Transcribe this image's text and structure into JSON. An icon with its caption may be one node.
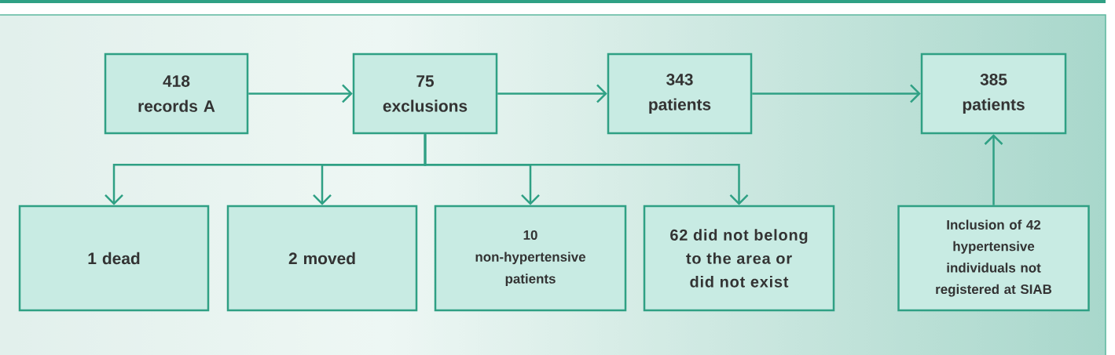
{
  "diagram": {
    "nodes": [
      {
        "text": [
          "418",
          "records A"
        ]
      },
      {
        "text": [
          "75",
          "exclusions"
        ]
      },
      {
        "text": [
          "343",
          "patients"
        ]
      },
      {
        "text": [
          "385",
          "patients"
        ]
      },
      {
        "text": [
          "1 dead"
        ]
      },
      {
        "text": [
          "2 moved"
        ]
      },
      {
        "text": [
          "10",
          "non-hypertensive patients"
        ]
      },
      {
        "text": [
          "62 did not belong to the area or did not exist"
        ]
      },
      {
        "text": [
          "Inclusion of 42 hypertensive individuals not registered at SIAB"
        ]
      }
    ],
    "edges": [
      {
        "from": 0,
        "to": 1,
        "arrow": "to"
      },
      {
        "from": 1,
        "to": 2,
        "arrow": "to"
      },
      {
        "from": 2,
        "to": 3,
        "arrow": "to"
      },
      {
        "from": 1,
        "to": 4,
        "arrow": "to"
      },
      {
        "from": 1,
        "to": 5,
        "arrow": "to"
      },
      {
        "from": 1,
        "to": 6,
        "arrow": "to"
      },
      {
        "from": 1,
        "to": 7,
        "arrow": "to"
      },
      {
        "from": 8,
        "to": 3,
        "arrow": "to"
      }
    ]
  }
}
